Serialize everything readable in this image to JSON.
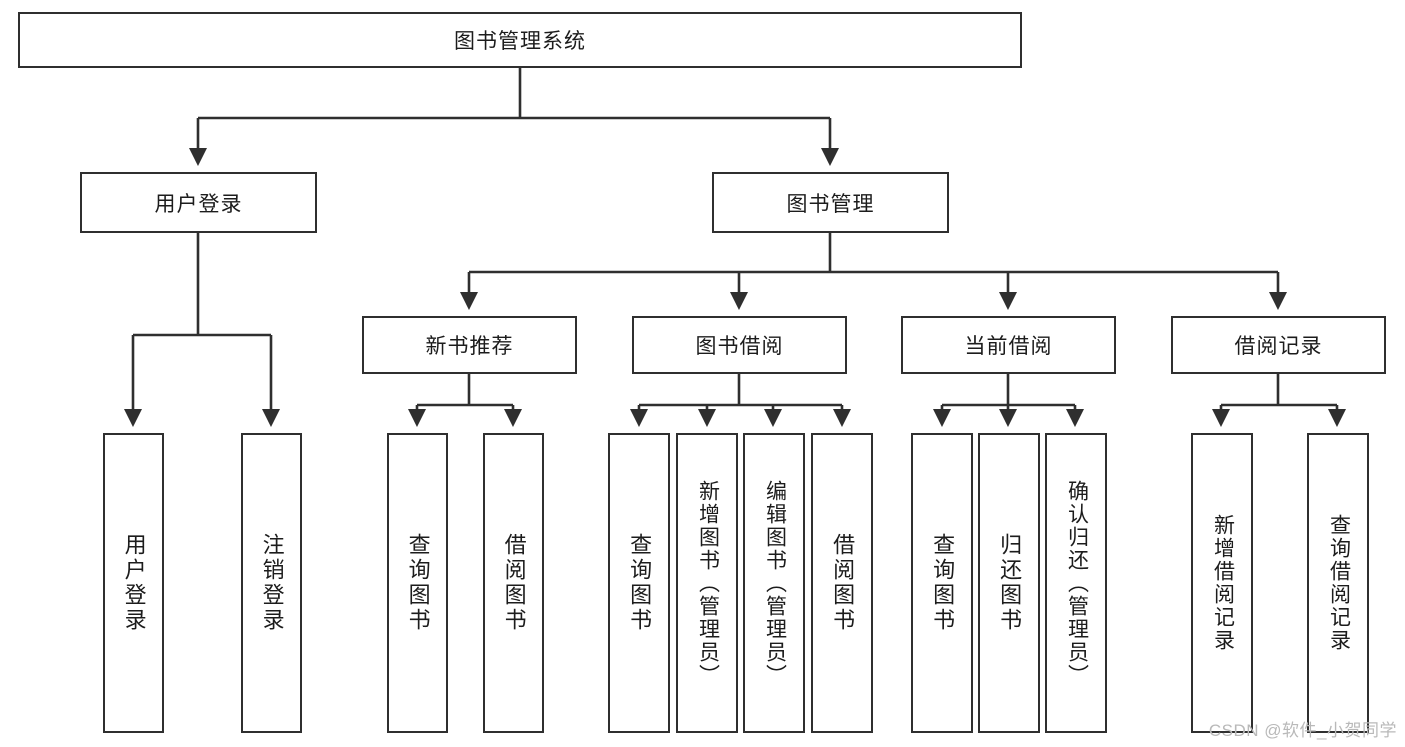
{
  "diagram": {
    "title": "图书管理系统",
    "type": "hierarchy-tree",
    "watermark": "CSDN @软件_小贺同学",
    "colors": {
      "border": "#2f2f2f",
      "background": "#ffffff",
      "text": "#1c1c1c",
      "edge": "#2f2f2f",
      "watermark": "#b9b9b9"
    },
    "nodes": {
      "root": {
        "label": "图书管理系统",
        "level": 0,
        "orientation": "horizontal"
      },
      "l1": [
        {
          "id": "user_login",
          "label": "用户登录",
          "level": 1,
          "orientation": "horizontal"
        },
        {
          "id": "book_manage",
          "label": "图书管理",
          "level": 1,
          "orientation": "horizontal"
        }
      ],
      "l2": [
        {
          "id": "new_book_rec",
          "label": "新书推荐",
          "level": 2,
          "orientation": "horizontal"
        },
        {
          "id": "book_borrow",
          "label": "图书借阅",
          "level": 2,
          "orientation": "horizontal"
        },
        {
          "id": "current_borrow",
          "label": "当前借阅",
          "level": 2,
          "orientation": "horizontal"
        },
        {
          "id": "borrow_record",
          "label": "借阅记录",
          "level": 2,
          "orientation": "horizontal"
        }
      ],
      "leaves": [
        {
          "id": "leaf_user_login",
          "label": "用户登录",
          "parent": "user_login",
          "orientation": "vertical"
        },
        {
          "id": "leaf_logout",
          "label": "注销登录",
          "parent": "user_login",
          "orientation": "vertical"
        },
        {
          "id": "leaf_query_book_1",
          "label": "查询图书",
          "parent": "new_book_rec",
          "orientation": "vertical"
        },
        {
          "id": "leaf_borrow_book_1",
          "label": "借阅图书",
          "parent": "new_book_rec",
          "orientation": "vertical"
        },
        {
          "id": "leaf_query_book_2",
          "label": "查询图书",
          "parent": "book_borrow",
          "orientation": "vertical"
        },
        {
          "id": "leaf_add_book",
          "label": "新增图书（管理员）",
          "parent": "book_borrow",
          "orientation": "vertical"
        },
        {
          "id": "leaf_edit_book",
          "label": "编辑图书（管理员）",
          "parent": "book_borrow",
          "orientation": "vertical"
        },
        {
          "id": "leaf_borrow_book_2",
          "label": "借阅图书",
          "parent": "book_borrow",
          "orientation": "vertical"
        },
        {
          "id": "leaf_query_book_3",
          "label": "查询图书",
          "parent": "current_borrow",
          "orientation": "vertical"
        },
        {
          "id": "leaf_return_book",
          "label": "归还图书",
          "parent": "current_borrow",
          "orientation": "vertical"
        },
        {
          "id": "leaf_confirm_return",
          "label": "确认归还（管理员）",
          "parent": "current_borrow",
          "orientation": "vertical"
        },
        {
          "id": "leaf_add_record",
          "label": "新增借阅记录",
          "parent": "borrow_record",
          "orientation": "vertical"
        },
        {
          "id": "leaf_query_record",
          "label": "查询借阅记录",
          "parent": "borrow_record",
          "orientation": "vertical"
        }
      ]
    }
  }
}
